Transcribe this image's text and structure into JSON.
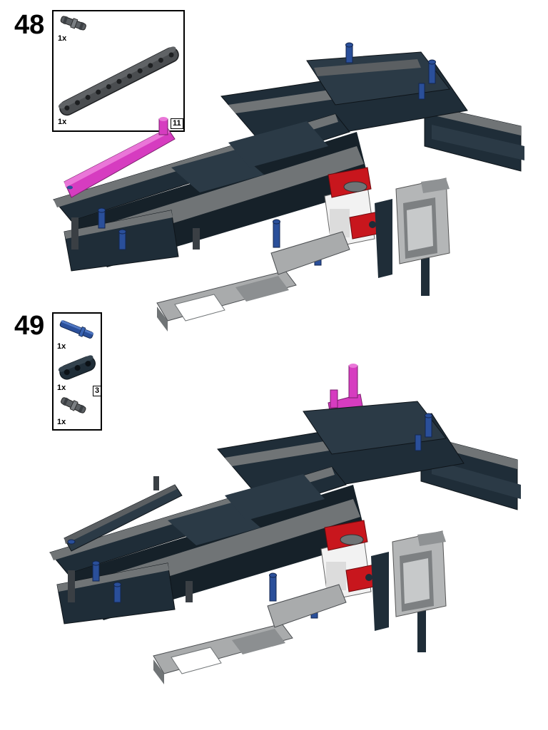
{
  "steps": [
    {
      "number": "48",
      "parts": [
        {
          "icon": "connector-peg-icon",
          "qty": "1x"
        },
        {
          "icon": "liftarm-11-icon",
          "qty": "1x",
          "length": "11"
        }
      ],
      "highlight_color": "#d63cc0"
    },
    {
      "number": "49",
      "parts": [
        {
          "icon": "axle-peg-blue-icon",
          "qty": "1x"
        },
        {
          "icon": "liftarm-3-icon",
          "qty": "1x",
          "length": "3"
        },
        {
          "icon": "connector-peg-icon",
          "qty": "1x"
        }
      ],
      "highlight_color": "#d63cc0"
    }
  ],
  "colors": {
    "dark_frame": "#1f2d38",
    "grey_frame": "#707476",
    "light_grey": "#a9abac",
    "pin_blue": "#2a4f9a",
    "red_part": "#c8161d",
    "motor_grey": "#b4b6b7",
    "magenta": "#d63cc0"
  }
}
